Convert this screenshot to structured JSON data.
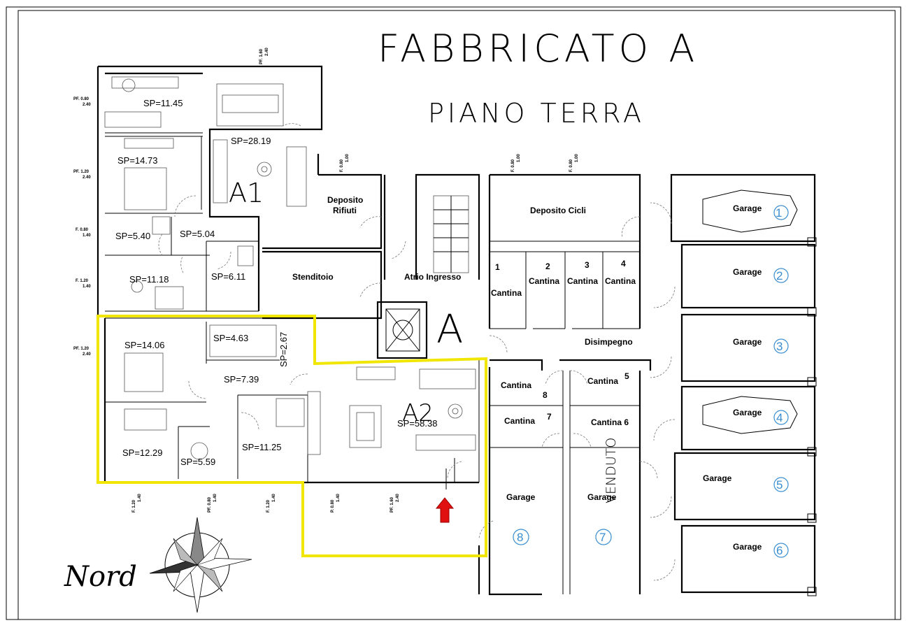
{
  "title": "FABBRICATO A",
  "subtitle": "PIANO TERRA",
  "compass_label": "Nord",
  "unit_labels": {
    "a1": "A1",
    "a2": "A2",
    "stair": "A"
  },
  "rooms": {
    "r1": "SP=11.45",
    "r2": "SP=28.19",
    "r3": "SP=14.73",
    "r4": "SP=5.40",
    "r5": "SP=5.04",
    "r6": "SP=11.18",
    "r7": "SP=6.11",
    "r8": "SP=14.06",
    "r9": "SP=4.63",
    "r10": "SP=2.67",
    "r11": "SP=7.39",
    "r12": "SP=58.38",
    "r13": "SP=12.29",
    "r14": "SP=5.59",
    "r15": "SP=11.25"
  },
  "common": {
    "deposito_rifiuti_1": "Deposito",
    "deposito_rifiuti_2": "Rifiuti",
    "deposito_cicli": "Deposito Cicli",
    "stenditoio": "Stenditoio",
    "atrio": "Atrio Ingresso",
    "disimpegno": "Disimpegno"
  },
  "cantine": {
    "n1": "1",
    "n2": "2",
    "n3": "3",
    "n4": "4",
    "label": "Cantina",
    "c8": "Cantina",
    "c8n": "8",
    "c5": "Cantina",
    "c5n": "5",
    "c7": "Cantina",
    "c7n": "7",
    "c6": "Cantina 6"
  },
  "garages": {
    "label": "Garage",
    "n1": "1",
    "n2": "2",
    "n3": "3",
    "n4": "4",
    "n5": "5",
    "n6": "6",
    "n7": "7",
    "n8": "8"
  },
  "sold_label": "VENDUTO",
  "windows": {
    "w1": "PF. 0.80",
    "w1b": "2.40",
    "w2": "PF. 1.20",
    "w2b": "2.40",
    "w3": "F. 0.80",
    "w3b": "1.40",
    "w4": "F. 1.20",
    "w4b": "1.40",
    "w5": "PF. 1.20",
    "w5b": "2.40",
    "w6": "PF. 1.60",
    "w6b": "2.40",
    "w7": "F. 0.80",
    "w7b": "1.00",
    "w8": "F. 0.80",
    "w8b": "1.00",
    "w9": "F. 0.80",
    "w9b": "1.00",
    "w10": "F. 1.20",
    "w10b": "1.40",
    "w11": "PF. 0.80",
    "w11b": "1.40",
    "w12": "F. 1.20",
    "w12b": "1.40",
    "w13": "P. 0.80",
    "w13b": "1.40",
    "w14": "PF. 1.60",
    "w14b": "2.40"
  },
  "colors": {
    "highlight": "#f0e600",
    "garage_number": "#3a8ed0",
    "entrance_arrow": "#e01010"
  }
}
